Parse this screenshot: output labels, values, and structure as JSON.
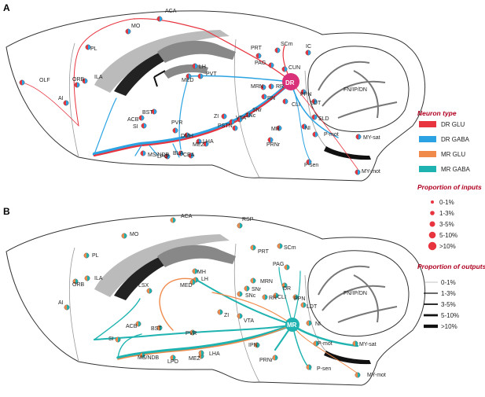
{
  "panels": [
    {
      "letter": "A",
      "labels": [
        "ACA",
        "MO",
        "PL",
        "ILA",
        "ORB",
        "OLF",
        "AI",
        "LH",
        "PVT",
        "MED",
        "PRT",
        "SCm",
        "IC",
        "CUN",
        "PAG",
        "DR",
        "MRN",
        "RR",
        "RN",
        "SNr",
        "SNc",
        "VTA",
        "PPN",
        "CLI",
        "LDT",
        "NI",
        "SLD",
        "MR",
        "P-mot",
        "MY-sat",
        "PRNr",
        "P-sen",
        "MY-mot",
        "ACB",
        "SI",
        "BST",
        "PVR",
        "DMH",
        "ZI",
        "PSTN",
        "MEZ",
        "LHA",
        "BLA",
        "CEA",
        "LPO",
        "MS/NDB",
        "FN/IP/DN"
      ],
      "hub": "DR"
    },
    {
      "letter": "B",
      "labels": [
        "ACA",
        "RSP",
        "MO",
        "PL",
        "ILA",
        "ORB",
        "AI",
        "PRT",
        "SCm",
        "PAG",
        "MH",
        "LH",
        "MED",
        "LSX",
        "MRN",
        "DR",
        "CLI",
        "PPN",
        "LDT",
        "SNr",
        "SNc",
        "RR",
        "ZI",
        "VTA",
        "MR",
        "NI",
        "ACB",
        "BST",
        "SI",
        "PVR",
        "MEZ",
        "LHA",
        "LPO",
        "MS/NDB",
        "IPN",
        "PRNr",
        "P-mot",
        "MY-sat",
        "P-sen",
        "MY-mot",
        "FN/IP/DN"
      ],
      "hub": "MR"
    }
  ],
  "legend": {
    "neuron_type_title": "Neuron type",
    "neuron_types": [
      {
        "label": "DR GLU",
        "color": "#e8343f"
      },
      {
        "label": "DR GABA",
        "color": "#2ba3e3"
      },
      {
        "label": "MR GLU",
        "color": "#f08a4b"
      },
      {
        "label": "MR GABA",
        "color": "#1eb3b0"
      }
    ],
    "inputs_title": "Proportion of inputs",
    "inputs": [
      "0-1%",
      "1-3%",
      "3-5%",
      "5-10%",
      ">10%"
    ],
    "outputs_title": "Proportion of outputs",
    "outputs": [
      "0-1%",
      "1-3%",
      "3-5%",
      "5-10%",
      ">10%"
    ]
  }
}
